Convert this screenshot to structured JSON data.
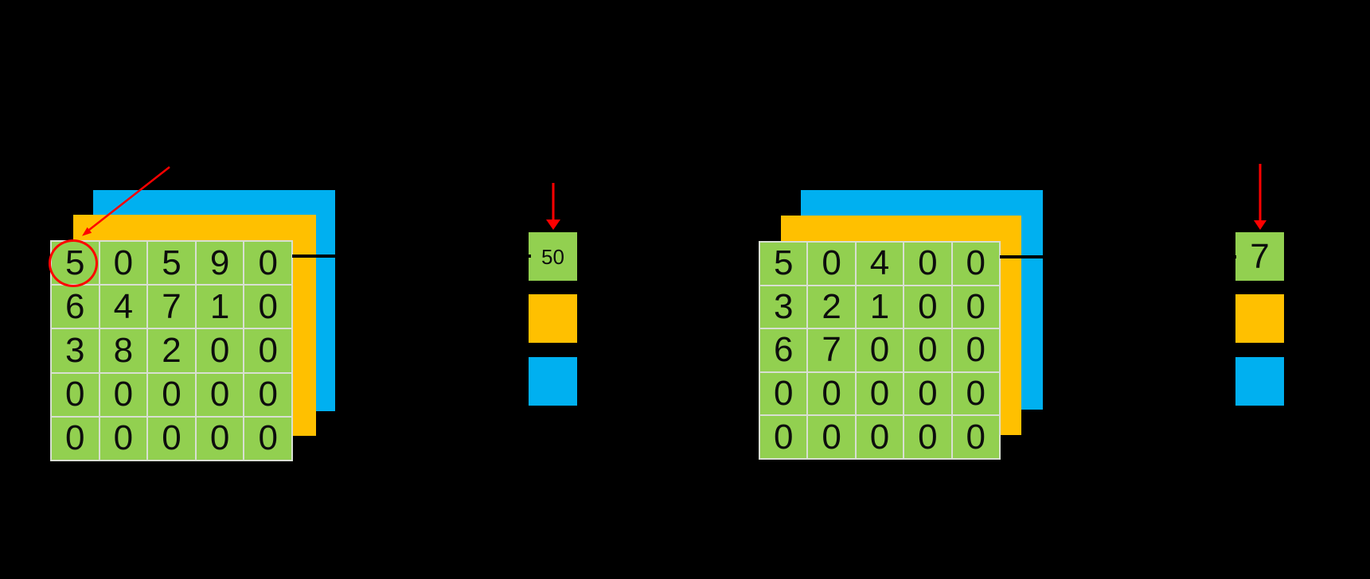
{
  "slide": {
    "background_color": "#000000",
    "description": "Two stacked channel matrices with sparse values, each linked to a three-cell channel vector"
  },
  "colors": {
    "background": "#000000",
    "green": "#92D050",
    "orange": "#FFC000",
    "blue": "#00B0F0",
    "red": "#FF0000",
    "grid-line": "#D8DFD2",
    "digit": "#0D0D0D",
    "connector": "#000000"
  },
  "left_group": {
    "matrix_rows": [
      [
        "5",
        "0",
        "5",
        "9",
        "0"
      ],
      [
        "6",
        "4",
        "7",
        "1",
        "0"
      ],
      [
        "3",
        "8",
        "2",
        "0",
        "0"
      ],
      [
        "0",
        "0",
        "0",
        "0",
        "0"
      ],
      [
        "0",
        "0",
        "0",
        "0",
        "0"
      ]
    ],
    "circled_value": "5",
    "vector": {
      "green_value": "50"
    }
  },
  "right_group": {
    "matrix_rows": [
      [
        "5",
        "0",
        "4",
        "0",
        "0"
      ],
      [
        "3",
        "2",
        "1",
        "0",
        "0"
      ],
      [
        "6",
        "7",
        "0",
        "0",
        "0"
      ],
      [
        "0",
        "0",
        "0",
        "0",
        "0"
      ],
      [
        "0",
        "0",
        "0",
        "0",
        "0"
      ]
    ],
    "vector": {
      "green_value": "7"
    }
  }
}
